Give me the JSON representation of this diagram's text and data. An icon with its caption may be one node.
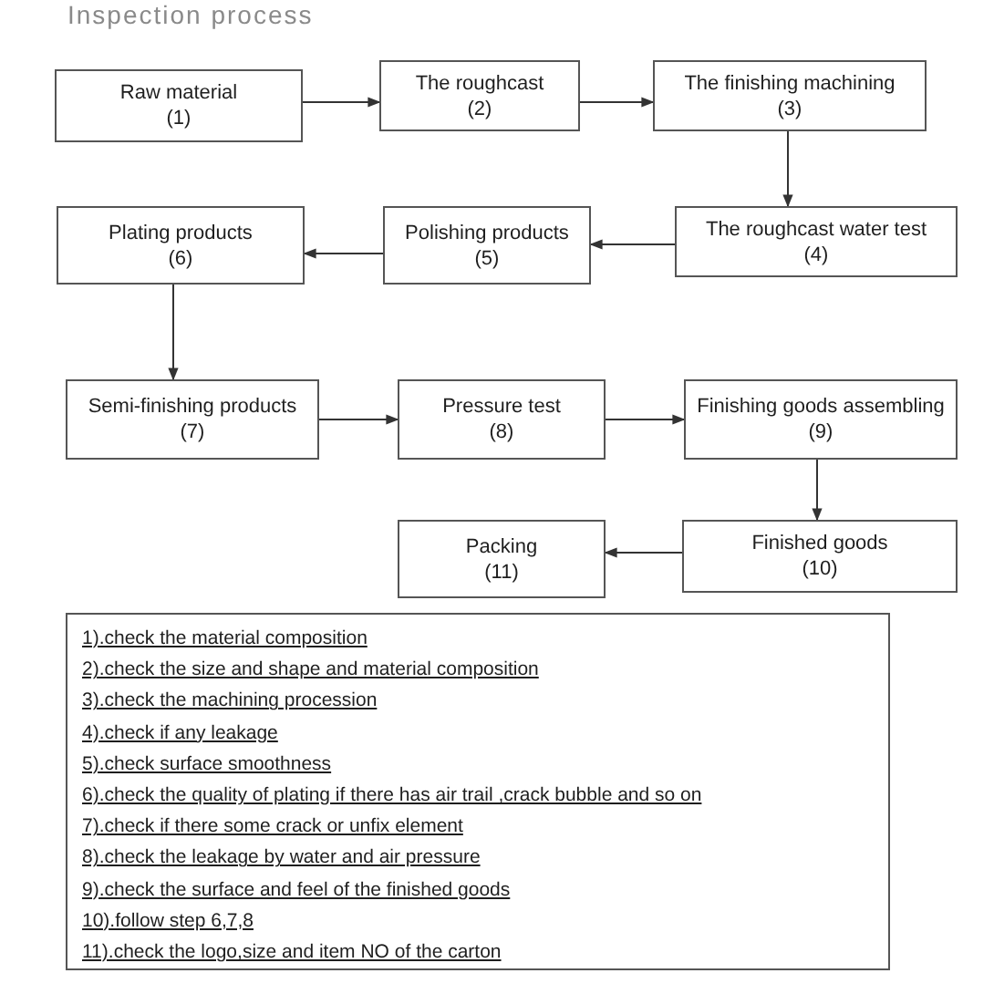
{
  "diagram": {
    "title": "Inspection process",
    "nodes": [
      {
        "text": [
          "Raw material",
          "(1)"
        ]
      },
      {
        "text": [
          "The roughcast",
          "(2)"
        ]
      },
      {
        "text": [
          "The finishing machining",
          "(3)"
        ]
      },
      {
        "text": [
          "The roughcast water test",
          "(4)"
        ]
      },
      {
        "text": [
          "Polishing products",
          "(5)"
        ]
      },
      {
        "text": [
          "Plating products",
          "(6)"
        ]
      },
      {
        "text": [
          "Semi-finishing products",
          "(7)"
        ]
      },
      {
        "text": [
          "Pressure test",
          "(8)"
        ]
      },
      {
        "text": [
          "Finishing goods assembling",
          "(9)"
        ]
      },
      {
        "text": [
          "Finished goods",
          "(10)"
        ]
      },
      {
        "text": [
          "Packing",
          "(11)"
        ]
      },
      {
        "text": [
          "1).check the material composition",
          "2).check the size and shape and material composition",
          "3).check the machining procession",
          "4).check if any leakage",
          "5).check surface smoothness",
          "6).check the quality of plating if there has air trail ,crack bubble and so on",
          "7).check if there some crack or unfix element",
          "8).check the leakage by water and air pressure",
          "9).check the surface and feel of the finished goods",
          "10).follow step 6,7,8",
          "11).check the logo,size and item NO of the carton"
        ]
      }
    ],
    "edges": [
      {
        "from": 0,
        "to": 1,
        "arrow": "to"
      },
      {
        "from": 1,
        "to": 2,
        "arrow": "to"
      },
      {
        "from": 2,
        "to": 3,
        "arrow": "to"
      },
      {
        "from": 3,
        "to": 4,
        "arrow": "to"
      },
      {
        "from": 4,
        "to": 5,
        "arrow": "to"
      },
      {
        "from": 5,
        "to": 6,
        "arrow": "to"
      },
      {
        "from": 6,
        "to": 7,
        "arrow": "to"
      },
      {
        "from": 7,
        "to": 8,
        "arrow": "to"
      },
      {
        "from": 8,
        "to": 9,
        "arrow": "to"
      },
      {
        "from": 9,
        "to": 10,
        "arrow": "to"
      }
    ]
  }
}
